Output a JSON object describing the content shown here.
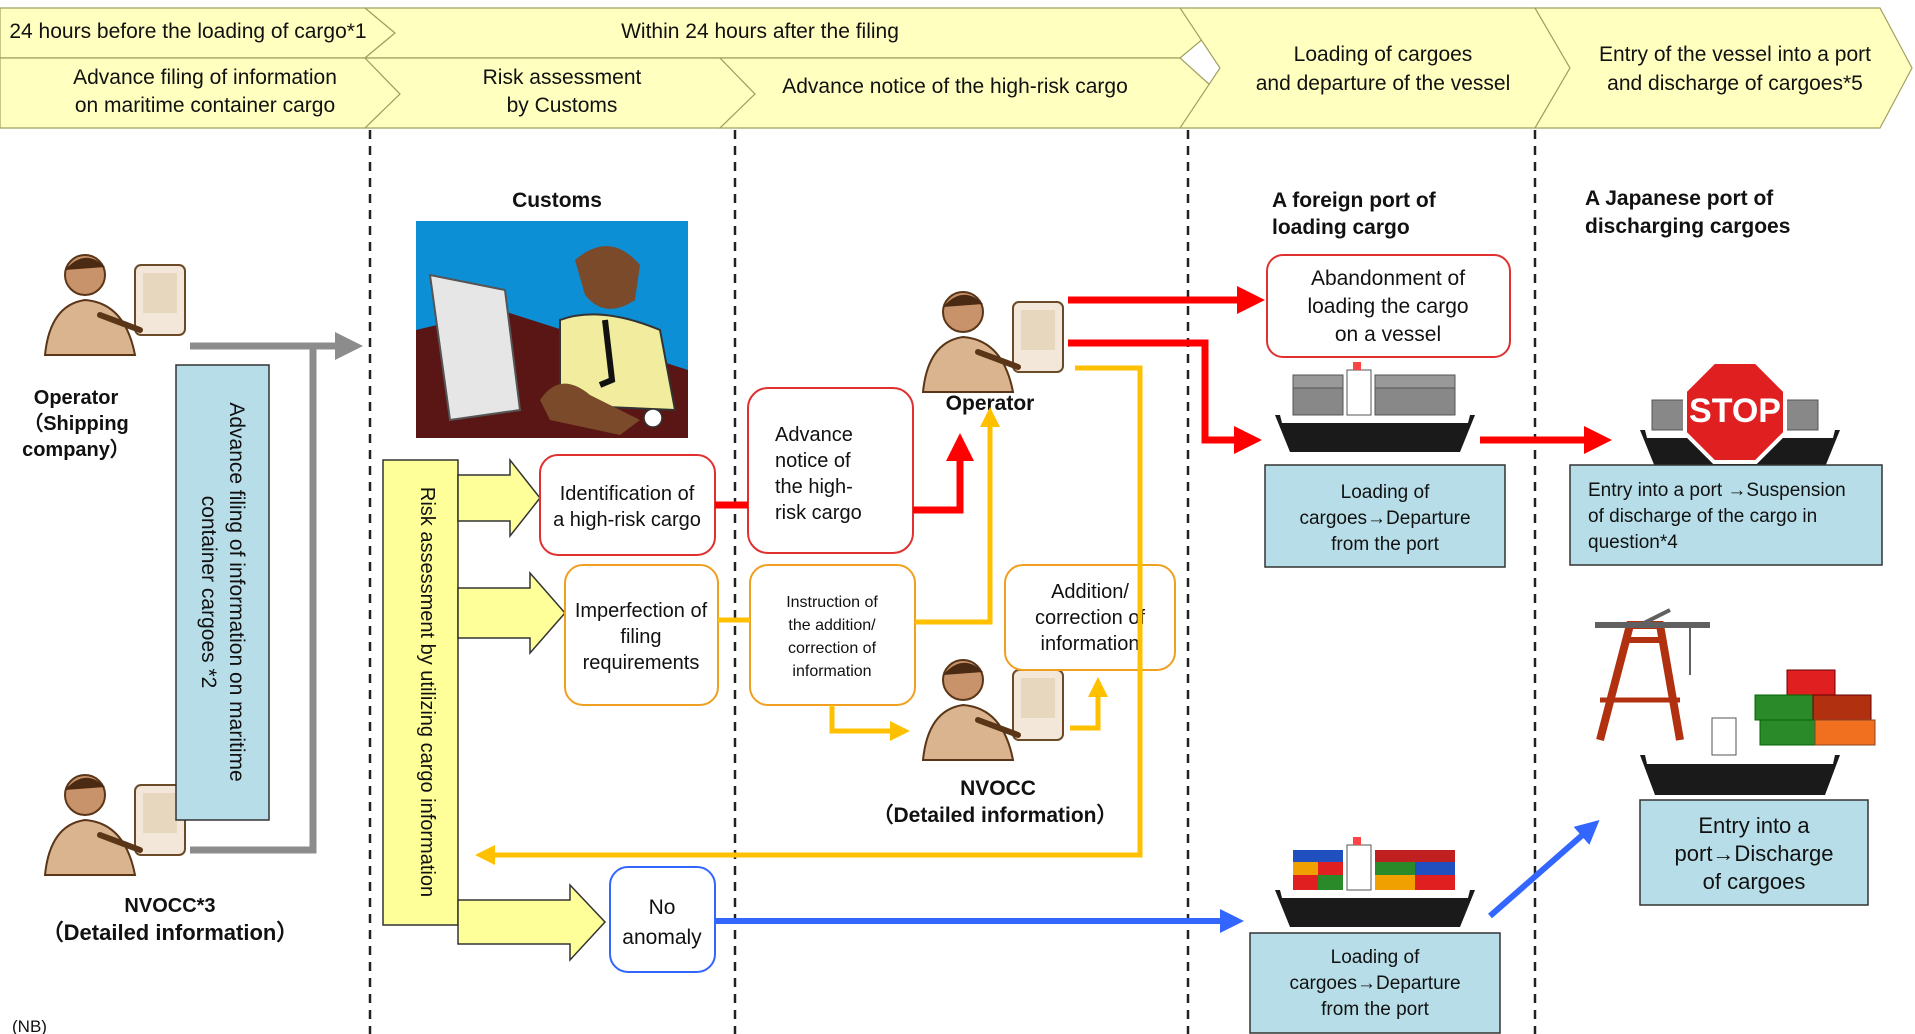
{
  "header": {
    "phase1_top": "24 hours before the loading of cargo*1",
    "phase_top": "Within 24 hours after the filing",
    "phase1_line1": "Advance filing of information",
    "phase1_line2": "on maritime container cargo",
    "phase2_line1": "Risk assessment",
    "phase2_line2": "by Customs",
    "phase3": "Advance notice of the high-risk cargo",
    "phase4_line1": "Loading of cargoes",
    "phase4_line2": "and departure of the vessel",
    "phase5_line1": "Entry of the vessel into a port",
    "phase5_line2": "and discharge of cargoes*5"
  },
  "left": {
    "operator_line1": "Operator",
    "operator_line2": "（Shipping",
    "operator_line3": "company）",
    "vertical_line1": "Advance filing of information on maritime",
    "vertical_line2": "container cargoes *2",
    "nvocc_line1": "NVOCC*3",
    "nvocc_line2": "（Detailed information）"
  },
  "customs": {
    "title": "Customs",
    "risk_vertical": "Risk assessment by utilizing cargo information"
  },
  "boxes": {
    "identification_line1": "Identification of",
    "identification_line2": "a high-risk cargo",
    "advance_notice_line1": "Advance",
    "advance_notice_line2": "notice of",
    "advance_notice_line3": "the high-",
    "advance_notice_line4": "risk cargo",
    "imperfection_line1": "Imperfection of",
    "imperfection_line2": "filing",
    "imperfection_line3": "requirements",
    "instruction_line1": "Instruction of",
    "instruction_line2": "the addition/",
    "instruction_line3": "correction of",
    "instruction_line4": "information",
    "addition_line1": "Addition/",
    "addition_line2": "correction of",
    "addition_line3": "information",
    "no_anomaly_line1": "No",
    "no_anomaly_line2": "anomaly"
  },
  "mid_actors": {
    "operator": "Operator",
    "nvocc_line1": "NVOCC",
    "nvocc_line2": "（Detailed  information）"
  },
  "foreign_port": {
    "title_line1": "A foreign port of",
    "title_line2": "loading cargo",
    "abandon_line1": "Abandonment of",
    "abandon_line2": "loading the cargo",
    "abandon_line3": "on a vessel",
    "loading1_line1": "Loading of",
    "loading1_line2": "cargoes→Departure",
    "loading1_line3": "from the port",
    "loading2_line1": "Loading of",
    "loading2_line2": "cargoes→Departure",
    "loading2_line3": "from the port"
  },
  "japan_port": {
    "title_line1": "A Japanese port of",
    "title_line2": "discharging cargoes",
    "stop_sign": "STOP",
    "suspension_line1": "Entry into a port →Suspension",
    "suspension_line2": "of discharge of the cargo in",
    "suspension_line3": "question*4",
    "discharge_line1": "Entry into a",
    "discharge_line2": "port→Discharge",
    "discharge_line3": "of cargoes"
  },
  "footer": {
    "note": "(NB)"
  },
  "colors": {
    "banner_fill": "#ffffc0",
    "info_fill": "#b7dee8",
    "red": "#ff0000",
    "yellow": "#ffc000",
    "blue": "#3366ff",
    "gray": "#8c8c8c"
  }
}
